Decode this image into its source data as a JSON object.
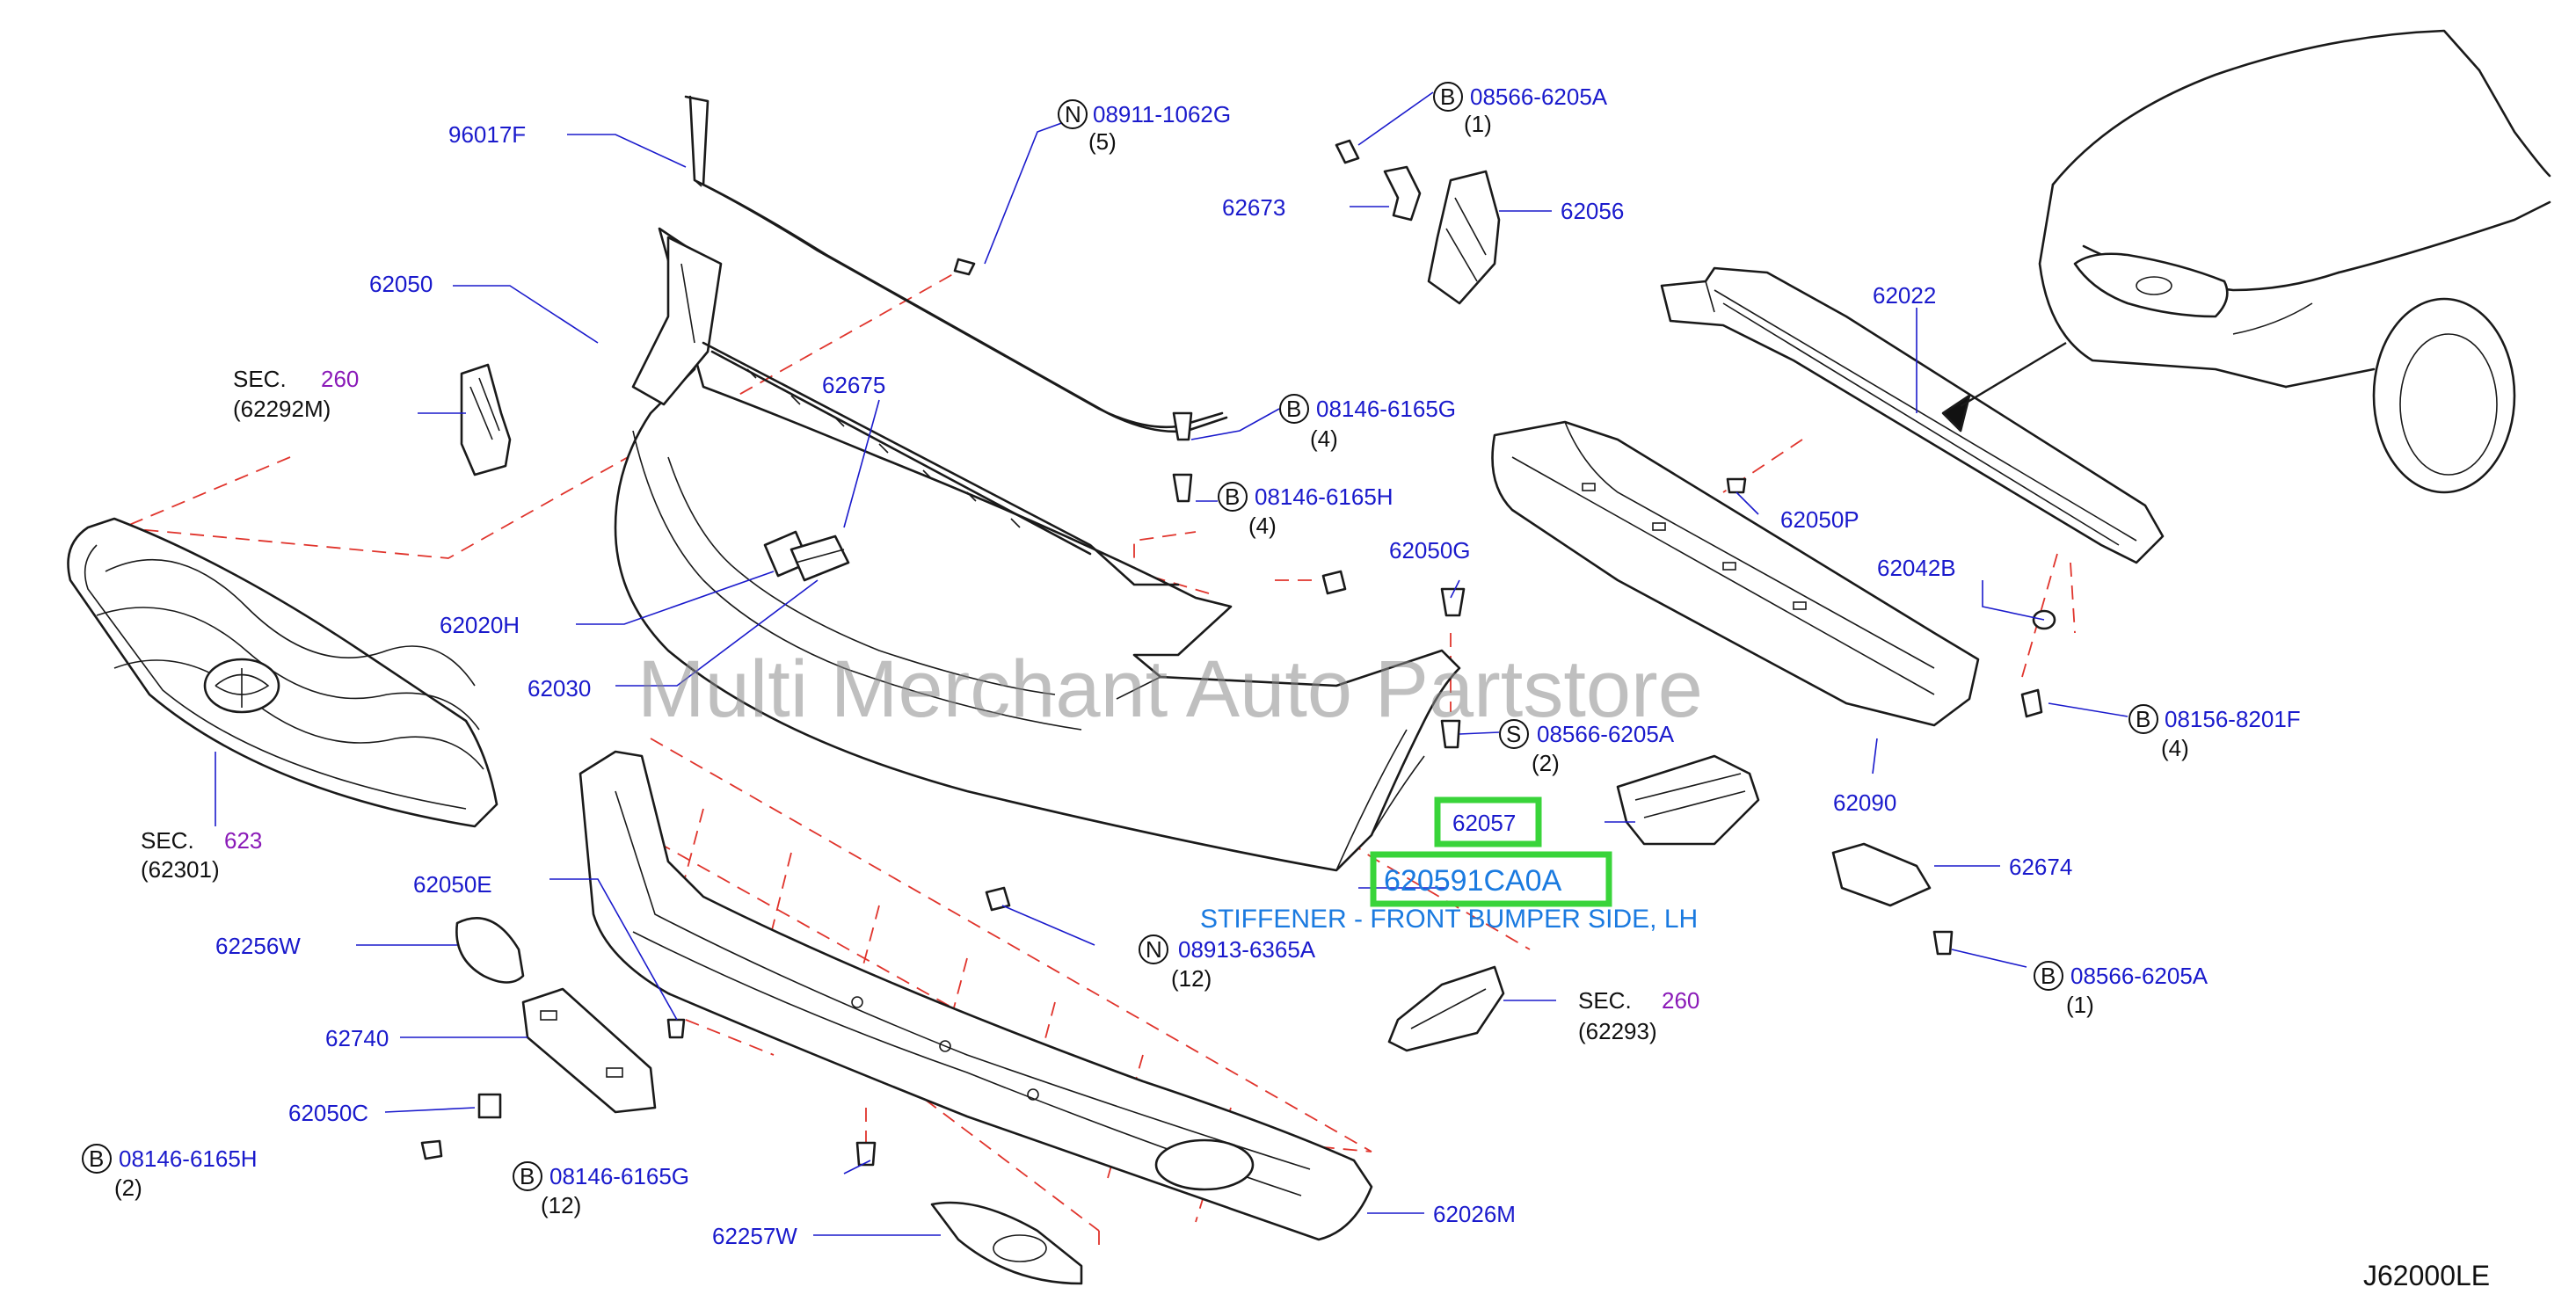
{
  "diagram": {
    "code": "J62000LE",
    "watermark": "Multi Merchant Auto Partstore",
    "colors": {
      "label": "#1a1acc",
      "section": "#8a1ab8",
      "dash": "#e0342c",
      "highlight": "#39d43a",
      "callout": "#1a7ae0"
    },
    "highlight": {
      "part_number": "620591CA0A",
      "description": "STIFFENER - FRONT BUMPER SIDE, LH",
      "ref": "62057"
    },
    "labels": {
      "p96017F": "96017F",
      "p62050": "62050",
      "p62675": "62675",
      "p62020H": "62020H",
      "p62030": "62030",
      "p62673": "62673",
      "p62056": "62056",
      "p62022": "62022",
      "p62050P": "62050P",
      "p62042B": "62042B",
      "p62050G": "62050G",
      "p62090": "62090",
      "p62674": "62674",
      "p62050E": "62050E",
      "p62256W": "62256W",
      "p62740": "62740",
      "p62050C": "62050C",
      "p62257W": "62257W",
      "p62026M": "62026M"
    },
    "sections": [
      {
        "prefix": "SEC.",
        "number": "260",
        "ref": "(62292M)"
      },
      {
        "prefix": "SEC.",
        "number": "623",
        "ref": "(62301)"
      },
      {
        "prefix": "SEC.",
        "number": "260",
        "ref": "(62293)"
      }
    ],
    "fasteners": [
      {
        "type": "N",
        "part": "08911-1062G",
        "qty": "(5)"
      },
      {
        "type": "B",
        "part": "08566-6205A",
        "qty": "(1)"
      },
      {
        "type": "B",
        "part": "08146-6165G",
        "qty": "(4)"
      },
      {
        "type": "B",
        "part": "08146-6165H",
        "qty": "(4)"
      },
      {
        "type": "S",
        "part": "08566-6205A",
        "qty": "(2)"
      },
      {
        "type": "B",
        "part": "08156-8201F",
        "qty": "(4)"
      },
      {
        "type": "N",
        "part": "08913-6365A",
        "qty": "(12)"
      },
      {
        "type": "B",
        "part": "08566-6205A",
        "qty": "(1)"
      },
      {
        "type": "B",
        "part": "08146-6165H",
        "qty": "(2)"
      },
      {
        "type": "B",
        "part": "08146-6165G",
        "qty": "(12)"
      }
    ]
  }
}
